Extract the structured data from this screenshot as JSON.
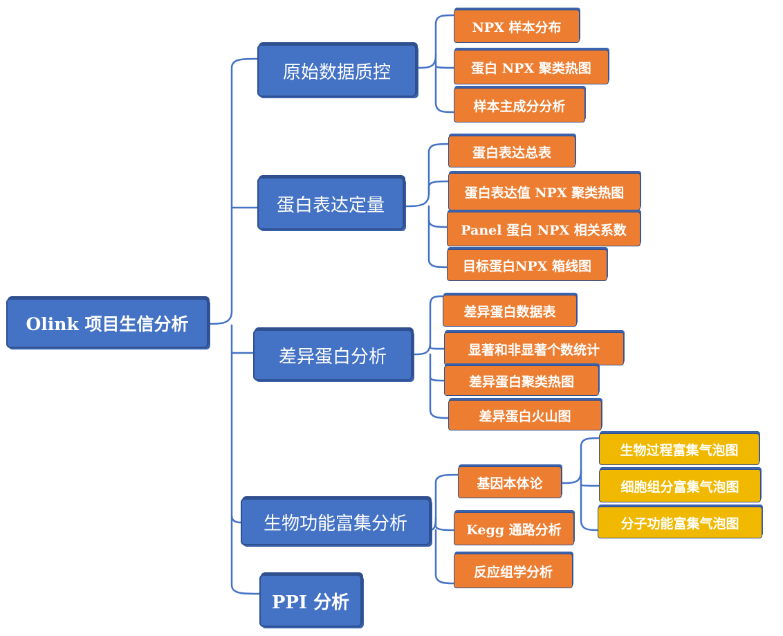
{
  "root": {
    "label": "Olink 项目生信分析"
  },
  "branches": [
    {
      "label": "原始数据质控",
      "children": [
        "NPX 样本分布",
        "蛋白 NPX 聚类热图",
        "样本主成分分析"
      ]
    },
    {
      "label": "蛋白表达定量",
      "children": [
        "蛋白表达总表",
        "蛋白表达值 NPX 聚类热图",
        "Panel 蛋白 NPX 相关系数",
        "目标蛋白NPX 箱线图"
      ]
    },
    {
      "label": "差异蛋白分析",
      "children": [
        "差异蛋白数据表",
        "显著和非显著个数统计",
        "差异蛋白聚类热图",
        "差异蛋白火山图"
      ]
    },
    {
      "label": "生物功能富集分析",
      "children": [
        "基因本体论",
        "Kegg 通路分析",
        "反应组学分析"
      ],
      "grandchildren": [
        "生物过程富集气泡图",
        "细胞组分富集气泡图",
        "分子功能富集气泡图"
      ]
    },
    {
      "label": "PPI 分析",
      "children": []
    }
  ],
  "colors": {
    "branch": "#4472c4",
    "leaf": "#ed7d31",
    "subleaf": "#f1b800",
    "line": "#4472c4"
  }
}
